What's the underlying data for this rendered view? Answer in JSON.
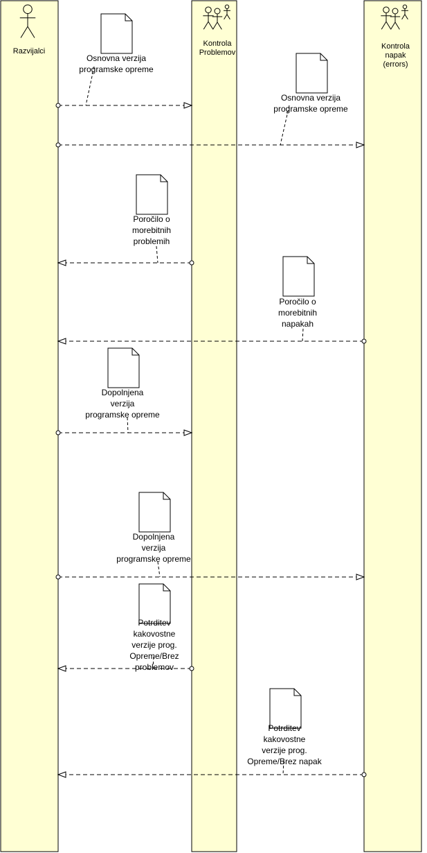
{
  "colors": {
    "lane_fill": "#ffffd4",
    "stroke": "#000000"
  },
  "lanes": [
    {
      "label": "Razvijalci",
      "icon": "single-actor-icon"
    },
    {
      "label": "Kontrola Problemov",
      "icon": "actor-group-icon"
    },
    {
      "label": "Kontrola napak (errors)",
      "icon": "actor-group-icon"
    }
  ],
  "messages": [
    {
      "from": 0,
      "to": 1,
      "label": "Osnovna verzija programske opreme"
    },
    {
      "from": 0,
      "to": 2,
      "label": "Osnovna verzija programske opreme"
    },
    {
      "from": 1,
      "to": 0,
      "label": "Poročilo o morebitnih problemih"
    },
    {
      "from": 2,
      "to": 0,
      "label": "Poročilo o morebitnih napakah"
    },
    {
      "from": 0,
      "to": 1,
      "label": "Dopolnjena verzija programske opreme"
    },
    {
      "from": 0,
      "to": 2,
      "label": "Dopolnjena verzija programske opreme"
    },
    {
      "from": 1,
      "to": 0,
      "label": "Potrditev kakovostne verzije prog. Opreme/Brez problemov"
    },
    {
      "from": 2,
      "to": 0,
      "label": "Potrditev kakovostne verzije prog. Opreme/Brez napak"
    }
  ]
}
